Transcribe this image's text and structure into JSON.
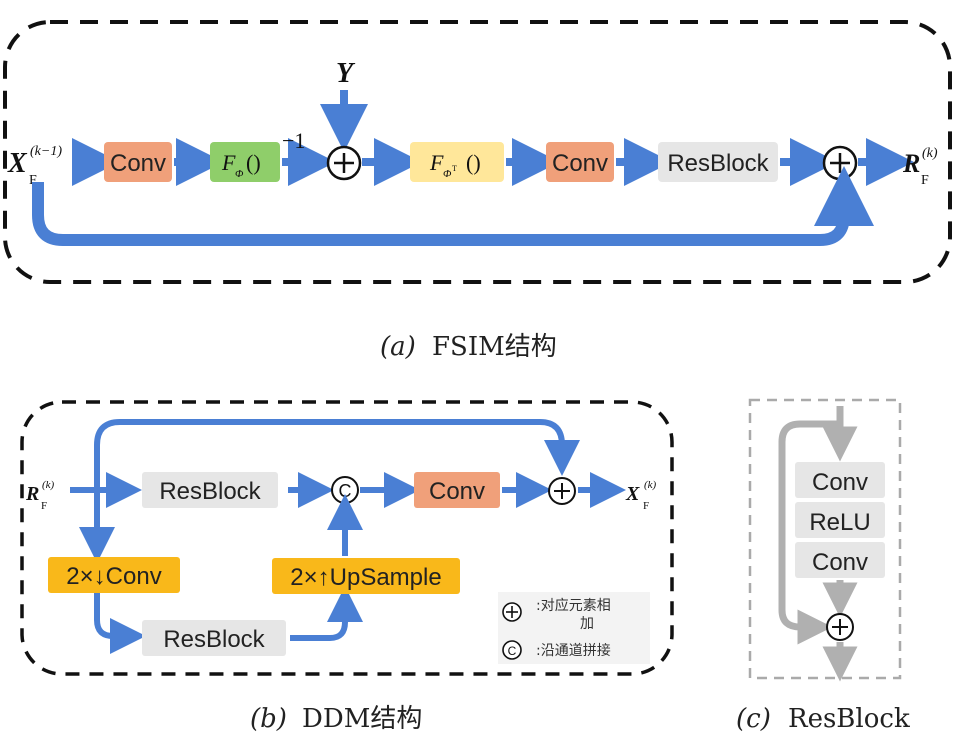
{
  "fsim": {
    "input_symbol": "X",
    "input_sub": "F",
    "input_sup": "(k−1)",
    "conv1": "Conv",
    "f_phi": "F",
    "f_phi_sub": "Φ",
    "f_phi_paren": "()",
    "minus_one": "−1",
    "y_label": "Y",
    "f_phit": "F",
    "f_phit_sub": "Φ",
    "f_phit_sup": "T",
    "f_phit_paren": "()",
    "conv2": "Conv",
    "resblock": "ResBlock",
    "output_symbol": "R",
    "output_sub": "F",
    "output_sup": "(k)",
    "caption_label": "(a)",
    "caption_text": "FSIM结构"
  },
  "ddm": {
    "input_symbol": "R",
    "input_sub": "F",
    "input_sup": "(k)",
    "resblock_top": "ResBlock",
    "concat_symbol": "C",
    "conv": "Conv",
    "output_symbol": "X",
    "output_sub": "F",
    "output_sup": "(k)",
    "down_conv": "2×↓Conv",
    "upsample": "2×↑UpSample",
    "resblock_bottom": "ResBlock",
    "legend_add_line1": ":对应元素相",
    "legend_add_line2": "加",
    "legend_concat": ":沿通道拼接",
    "caption_label": "(b)",
    "caption_text": "DDM结构"
  },
  "resblock": {
    "conv1": "Conv",
    "relu": "ReLU",
    "conv2": "Conv",
    "caption_label": "(c)",
    "caption_text": "ResBlock"
  },
  "colors": {
    "arrow_blue": "#4a7fd4",
    "conv_orange": "#f0a07a",
    "f_green": "#8fce6a",
    "f_yellow": "#ffe79a",
    "resblock_gray": "#e6e6e6",
    "down_up_gold": "#f9b81a",
    "resblock_arrow_gray": "#b0b0b0"
  }
}
